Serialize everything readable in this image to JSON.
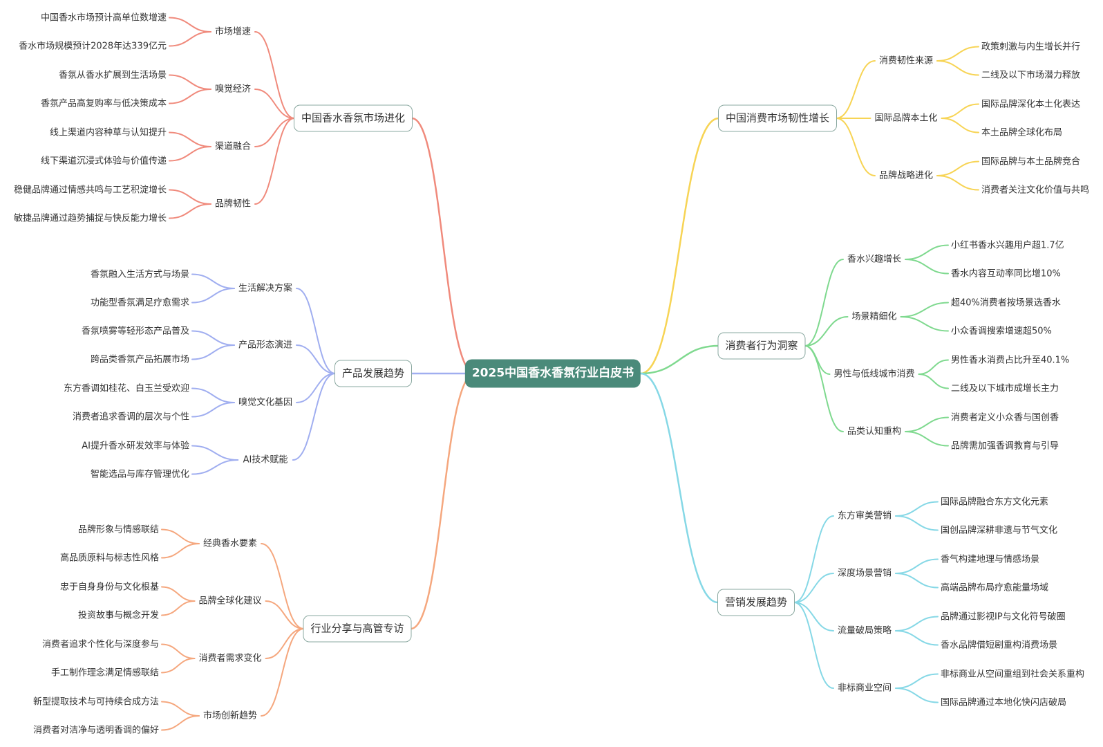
{
  "center": {
    "label": "2025中国香水香氛行业白皮书"
  },
  "branches": [
    {
      "key": "market-evolution",
      "label": "中国香水香氛市场进化",
      "color": "#f08a7c",
      "side": "left",
      "subs": [
        {
          "label": "市场增速",
          "leaves": [
            "中国香水市场预计高单位数增速",
            "香水市场规模预计2028年达339亿元"
          ]
        },
        {
          "label": "嗅觉经济",
          "leaves": [
            "香氛从香水扩展到生活场景",
            "香氛产品高复购率与低决策成本"
          ]
        },
        {
          "label": "渠道融合",
          "leaves": [
            "线上渠道内容种草与认知提升",
            "线下渠道沉浸式体验与价值传递"
          ]
        },
        {
          "label": "品牌韧性",
          "leaves": [
            "稳健品牌通过情感共鸣与工艺积淀增长",
            "敏捷品牌通过趋势捕捉与快反能力增长"
          ]
        }
      ]
    },
    {
      "key": "product-trends",
      "label": "产品发展趋势",
      "color": "#a0aef0",
      "side": "left",
      "subs": [
        {
          "label": "生活解决方案",
          "leaves": [
            "香氛融入生活方式与场景",
            "功能型香氛满足疗愈需求"
          ]
        },
        {
          "label": "产品形态演进",
          "leaves": [
            "香氛喷雾等轻形态产品普及",
            "跨品类香氛产品拓展市场"
          ]
        },
        {
          "label": "嗅觉文化基因",
          "leaves": [
            "东方香调如桂花、白玉兰受欢迎",
            "消费者追求香调的层次与个性"
          ]
        },
        {
          "label": "AI技术赋能",
          "leaves": [
            "AI提升香水研发效率与体验",
            "智能选品与库存管理优化"
          ]
        }
      ]
    },
    {
      "key": "industry-interviews",
      "label": "行业分享与高管专访",
      "color": "#f5a77e",
      "side": "left",
      "subs": [
        {
          "label": "经典香水要素",
          "leaves": [
            "品牌形象与情感联结",
            "高品质原料与标志性风格"
          ]
        },
        {
          "label": "品牌全球化建议",
          "leaves": [
            "忠于自身身份与文化根基",
            "投资故事与概念开发"
          ]
        },
        {
          "label": "消费者需求变化",
          "leaves": [
            "消费者追求个性化与深度参与",
            "手工制作理念满足情感联结"
          ]
        },
        {
          "label": "市场创新趋势",
          "leaves": [
            "新型提取技术与可持续合成方法",
            "消费者对洁净与透明香调的偏好"
          ]
        }
      ]
    },
    {
      "key": "consumption-resilience",
      "label": "中国消费市场韧性增长",
      "color": "#f7d455",
      "side": "right",
      "subs": [
        {
          "label": "消费韧性来源",
          "leaves": [
            "政策刺激与内生增长并行",
            "二线及以下市场潜力释放"
          ]
        },
        {
          "label": "国际品牌本土化",
          "leaves": [
            "国际品牌深化本土化表达",
            "本土品牌全球化布局"
          ]
        },
        {
          "label": "品牌战略进化",
          "leaves": [
            "国际品牌与本土品牌竞合",
            "消费者关注文化价值与共鸣"
          ]
        }
      ]
    },
    {
      "key": "consumer-insight",
      "label": "消费者行为洞察",
      "color": "#7fd98f",
      "side": "right",
      "subs": [
        {
          "label": "香水兴趣增长",
          "leaves": [
            "小红书香水兴趣用户超1.7亿",
            "香水内容互动率同比增10%"
          ]
        },
        {
          "label": "场景精细化",
          "leaves": [
            "超40%消费者按场景选香水",
            "小众香调搜索增速超50%"
          ]
        },
        {
          "label": "男性与低线城市消费",
          "leaves": [
            "男性香水消费占比升至40.1%",
            "二线及以下城市成增长主力"
          ]
        },
        {
          "label": "品类认知重构",
          "leaves": [
            "消费者定义小众香与国创香",
            "品牌需加强香调教育与引导"
          ]
        }
      ]
    },
    {
      "key": "marketing-trends",
      "label": "营销发展趋势",
      "color": "#86d8e6",
      "side": "right",
      "subs": [
        {
          "label": "东方审美营销",
          "leaves": [
            "国际品牌融合东方文化元素",
            "国创品牌深耕非遗与节气文化"
          ]
        },
        {
          "label": "深度场景营销",
          "leaves": [
            "香气构建地理与情感场景",
            "高端品牌布局疗愈能量场域"
          ]
        },
        {
          "label": "流量破局策略",
          "leaves": [
            "品牌通过影视IP与文化符号破圈",
            "香水品牌借短剧重构消费场景"
          ]
        },
        {
          "label": "非标商业空间",
          "leaves": [
            "非标商业从空间重组到社会关系重构",
            "国际品牌通过本地化快闪店破局"
          ]
        }
      ]
    }
  ]
}
